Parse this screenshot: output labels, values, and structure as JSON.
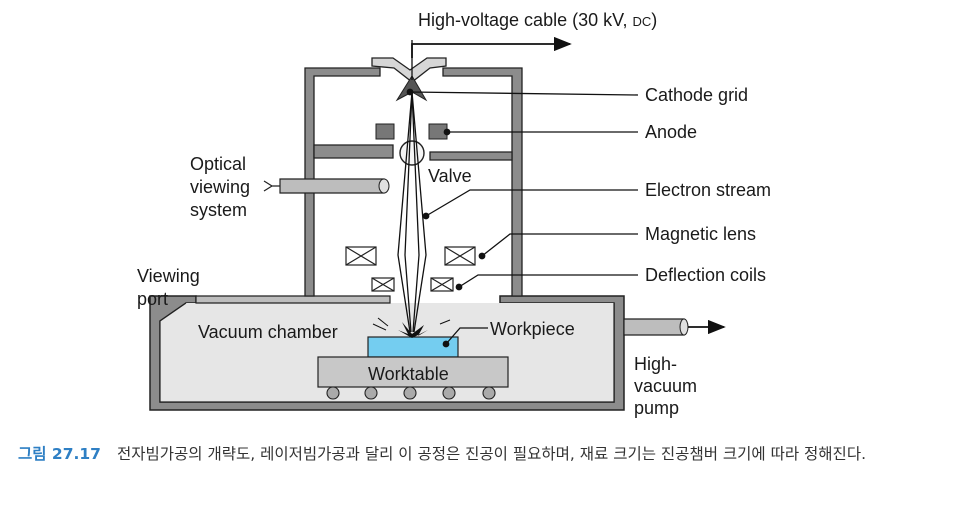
{
  "labels": {
    "cable_main": "High-voltage cable (30 kV, ",
    "cable_dc": "DC",
    "cable_close": ")",
    "cathode_grid": "Cathode grid",
    "anode": "Anode",
    "electron_stream": "Electron stream",
    "magnetic_lens": "Magnetic lens",
    "deflection_coils": "Deflection coils",
    "optical_1": "Optical",
    "optical_2": "viewing",
    "optical_3": "system",
    "valve": "Valve",
    "viewing_port_1": "Viewing",
    "viewing_port_2": "port",
    "vacuum_chamber": "Vacuum chamber",
    "workpiece": "Workpiece",
    "worktable": "Worktable",
    "pump_1": "High-",
    "pump_2": "vacuum",
    "pump_3": "pump"
  },
  "caption": {
    "figure_number": "그림 27.17",
    "text": "전자빔가공의 개략도, 레이저빔가공과 달리 이 공정은 진공이 필요하며, 재료 크기는 진공챔버 크기에 따라 정해진다."
  },
  "colors": {
    "wall": "#8c8c8c",
    "wall_stroke": "#222222",
    "chamber_fill": "#e6e6e6",
    "workpiece": "#74cdf0",
    "worktable": "#c8c8c8",
    "caption_accent": "#2e7fc4"
  }
}
